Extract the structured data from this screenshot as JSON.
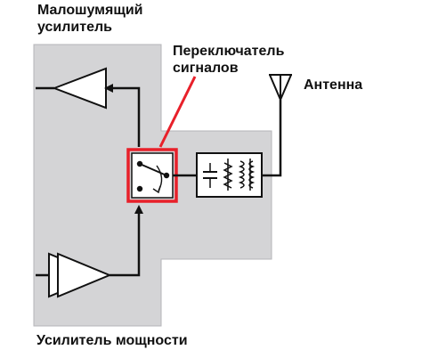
{
  "labels": {
    "lna_line1": "Малошумящий",
    "lna_line2": "усилитель",
    "switch_line1": "Переключатель",
    "switch_line2": "сигналов",
    "antenna": "Антенна",
    "pa": "Усилитель мощности"
  },
  "colors": {
    "panel_fill": "#d4d4d6",
    "panel_stroke": "#b5b5b8",
    "line": "#111111",
    "highlight": "#e8202a"
  },
  "icons": {
    "antenna": "antenna-icon",
    "switch": "rf-switch-icon",
    "filter": "lc-filter-icon",
    "lna": "amplifier-triangle-icon",
    "pa": "power-amplifier-icon"
  }
}
